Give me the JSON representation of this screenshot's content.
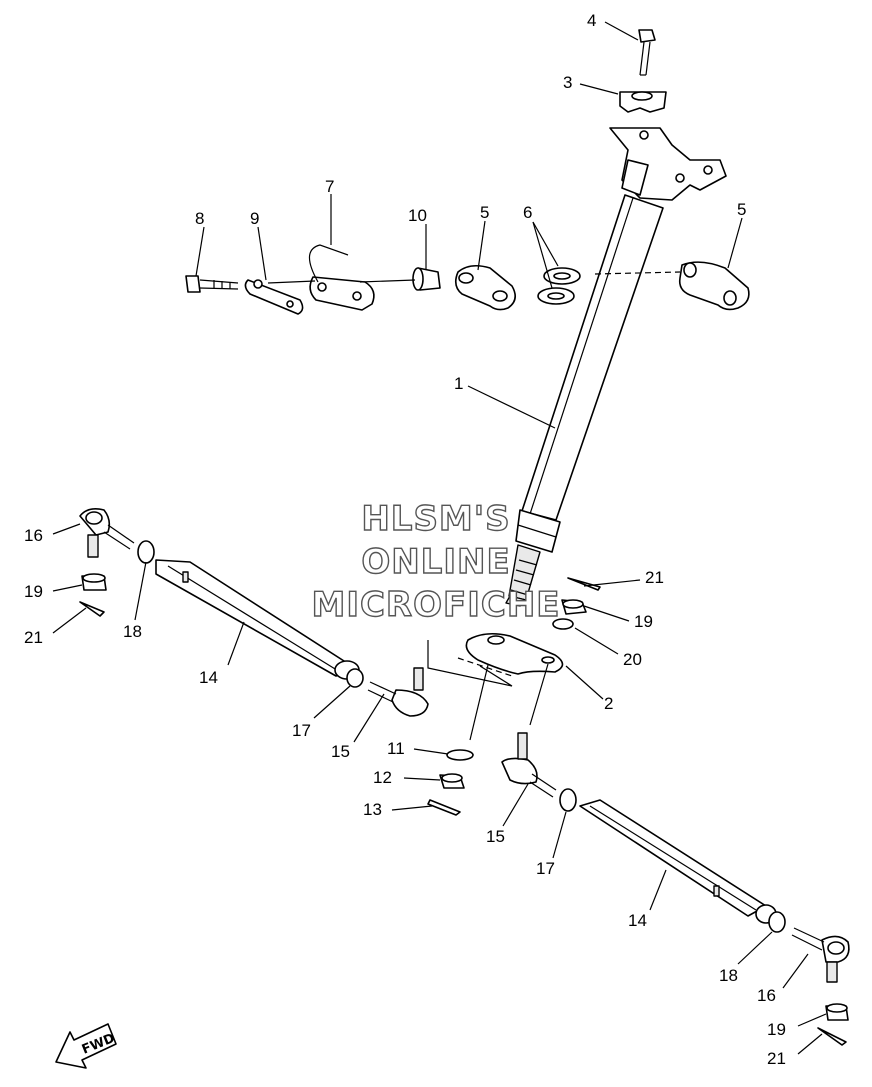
{
  "watermark": {
    "line1": "HLSM'S",
    "line2": "ONLINE",
    "line3": "MICROFICHE"
  },
  "fwd_label": "FWD",
  "callouts": [
    {
      "id": "c4",
      "text": "4"
    },
    {
      "id": "c3",
      "text": "3"
    },
    {
      "id": "c7",
      "text": "7"
    },
    {
      "id": "c8",
      "text": "8"
    },
    {
      "id": "c9",
      "text": "9"
    },
    {
      "id": "c10",
      "text": "10"
    },
    {
      "id": "c5a",
      "text": "5"
    },
    {
      "id": "c6",
      "text": "6"
    },
    {
      "id": "c5b",
      "text": "5"
    },
    {
      "id": "c1",
      "text": "1"
    },
    {
      "id": "c16a",
      "text": "16"
    },
    {
      "id": "c19a",
      "text": "19"
    },
    {
      "id": "c21a",
      "text": "21"
    },
    {
      "id": "c18a",
      "text": "18"
    },
    {
      "id": "c14a",
      "text": "14"
    },
    {
      "id": "c21b",
      "text": "21"
    },
    {
      "id": "c19b",
      "text": "19"
    },
    {
      "id": "c20",
      "text": "20"
    },
    {
      "id": "c2",
      "text": "2"
    },
    {
      "id": "c17a",
      "text": "17"
    },
    {
      "id": "c15a",
      "text": "15"
    },
    {
      "id": "c11",
      "text": "11"
    },
    {
      "id": "c12",
      "text": "12"
    },
    {
      "id": "c13",
      "text": "13"
    },
    {
      "id": "c15b",
      "text": "15"
    },
    {
      "id": "c17b",
      "text": "17"
    },
    {
      "id": "c14b",
      "text": "14"
    },
    {
      "id": "c18b",
      "text": "18"
    },
    {
      "id": "c16b",
      "text": "16"
    },
    {
      "id": "c19c",
      "text": "19"
    },
    {
      "id": "c21c",
      "text": "21"
    }
  ]
}
